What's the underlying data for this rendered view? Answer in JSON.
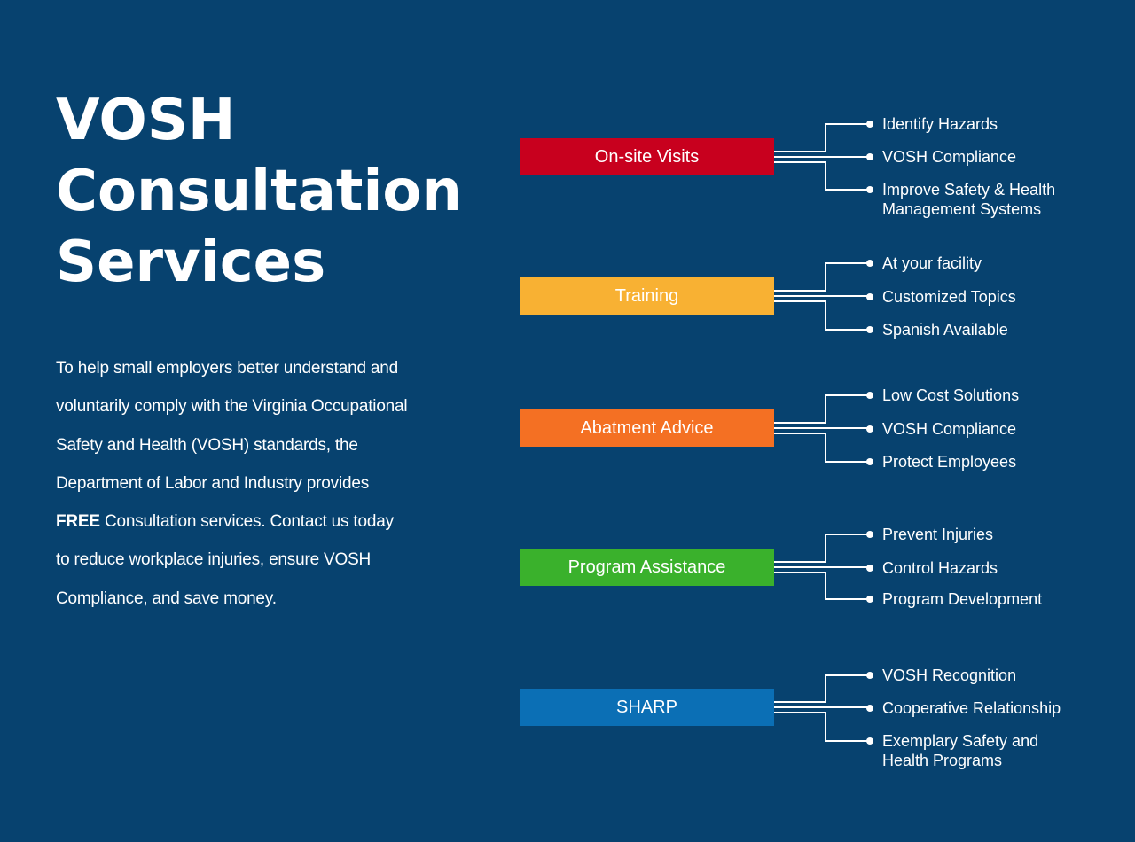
{
  "title": {
    "line1": "VOSH",
    "line2": "Consultation",
    "line3": "Services"
  },
  "description": {
    "before_free": "To help small employers better understand and voluntarily comply with the Virginia Occupational Safety and Health (VOSH) standards, the Department of Labor and Industry provides",
    "free": "FREE",
    "after_free": "Consultation services. Contact us today to reduce workplace injuries, ensure VOSH Compliance, and save money."
  },
  "services": [
    {
      "name": "On-site Visits",
      "color": "#c8001e",
      "items": [
        "Identify Hazards",
        "VOSH Compliance",
        "Improve Safety & Health Management Systems"
      ]
    },
    {
      "name": "Training",
      "color": "#f8b133",
      "items": [
        "At your facility",
        "Customized Topics",
        "Spanish Available"
      ]
    },
    {
      "name": "Abatment Advice",
      "color": "#f47023",
      "items": [
        "Low Cost Solutions",
        "VOSH Compliance",
        "Protect Employees"
      ]
    },
    {
      "name": "Program Assistance",
      "color": "#3ab12c",
      "items": [
        "Prevent Injuries",
        "Control Hazards",
        "Program Development"
      ]
    },
    {
      "name": "SHARP",
      "color": "#0b6fb5",
      "items": [
        "VOSH Recognition",
        "Cooperative Relationship",
        "Exemplary Safety and Health Programs"
      ]
    }
  ]
}
